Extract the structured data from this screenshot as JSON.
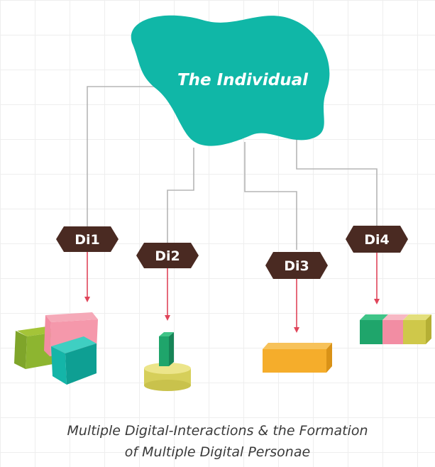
{
  "center": {
    "label": "The Individual",
    "color": "#10b7a7"
  },
  "interactions": [
    {
      "id": "di1",
      "label": "Di1"
    },
    {
      "id": "di2",
      "label": "Di2"
    },
    {
      "id": "di3",
      "label": "Di3"
    },
    {
      "id": "di4",
      "label": "Di4"
    }
  ],
  "caption": {
    "line1": "Multiple Digital-Interactions & the Formation",
    "line2": "of Multiple Digital Personae"
  },
  "colors": {
    "badge": "#4a2a22",
    "arrow": "#e0455a",
    "connector": "#b5b5b5"
  }
}
